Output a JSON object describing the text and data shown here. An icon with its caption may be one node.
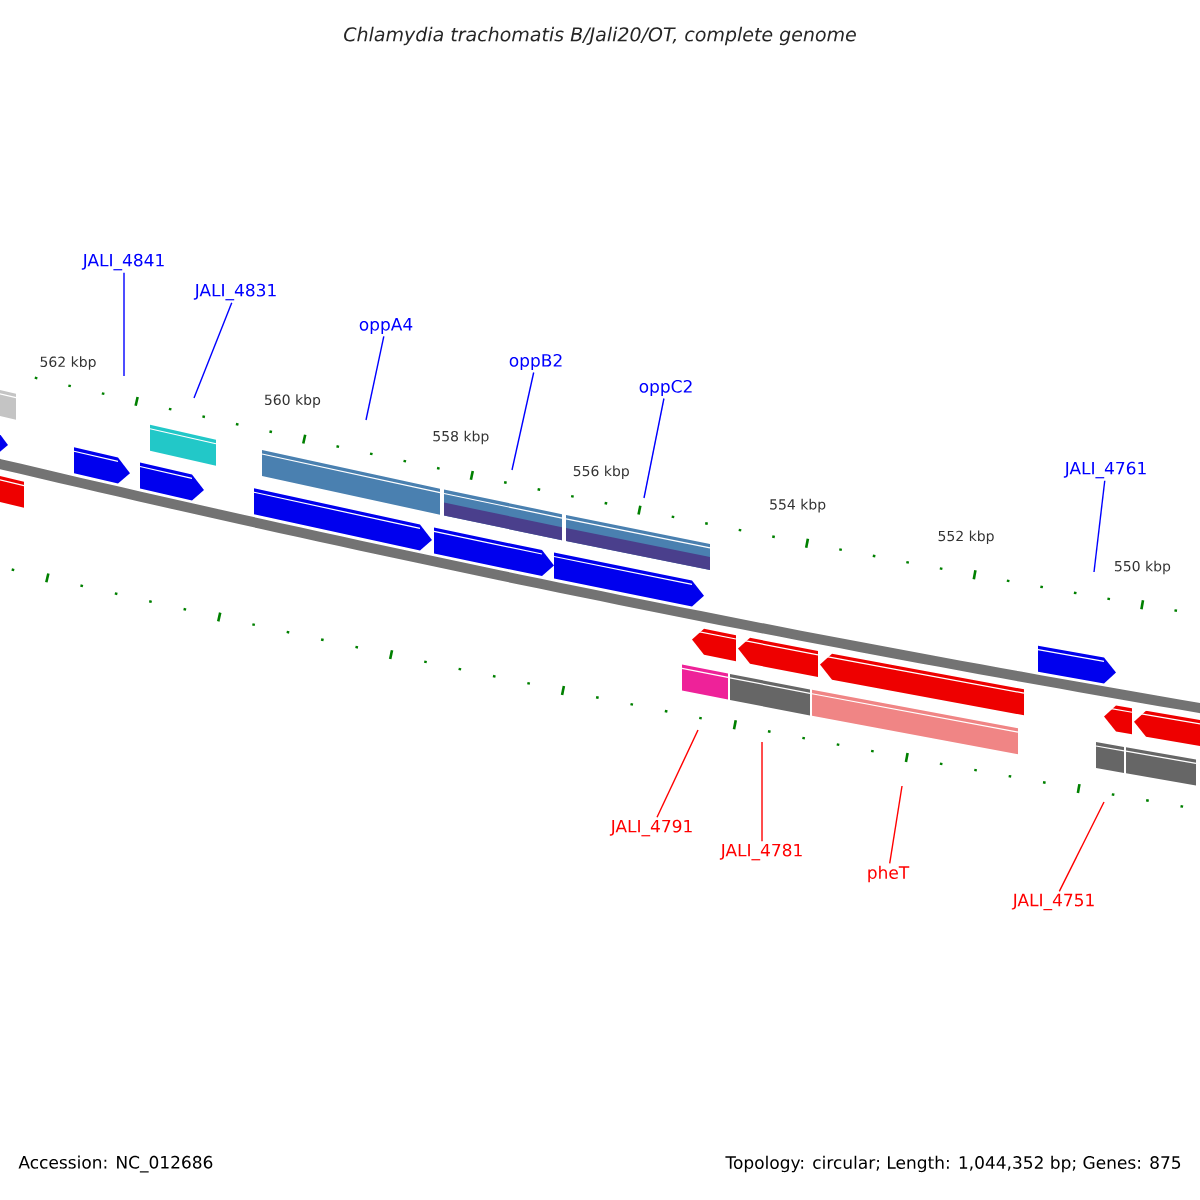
{
  "diagram": {
    "title": "Chlamydia trachomatis B/Jali20/OT, complete genome",
    "nodes": [
      {
        "text": [
          "JALI_4841"
        ]
      },
      {
        "text": [
          "JALI_4831"
        ]
      },
      {
        "text": [
          "oppA4"
        ]
      },
      {
        "text": [
          "oppB2"
        ]
      },
      {
        "text": [
          "oppC2"
        ]
      },
      {
        "text": [
          "JALI_4761"
        ]
      },
      {
        "text": [
          "JALI_4791"
        ]
      },
      {
        "text": [
          "JALI_4781"
        ]
      },
      {
        "text": [
          "pheT"
        ]
      },
      {
        "text": [
          "JALI_4751"
        ]
      }
    ],
    "edges": [
      {
        "from": 0,
        "to": null,
        "arrow": "none"
      },
      {
        "from": 1,
        "to": null,
        "arrow": "none"
      },
      {
        "from": 2,
        "to": null,
        "arrow": "none"
      },
      {
        "from": 3,
        "to": null,
        "arrow": "none"
      },
      {
        "from": 4,
        "to": null,
        "arrow": "none"
      },
      {
        "from": 5,
        "to": null,
        "arrow": "none"
      },
      {
        "from": 6,
        "to": null,
        "arrow": "none",
        "color": "#ff0000"
      },
      {
        "from": 7,
        "to": null,
        "arrow": "none",
        "color": "#ff0000"
      },
      {
        "from": 8,
        "to": null,
        "arrow": "none",
        "color": "#ff0000"
      },
      {
        "from": 9,
        "to": null,
        "arrow": "none",
        "color": "#ff0000"
      }
    ],
    "labels": [
      "562 kbp",
      "560 kbp",
      "558 kbp",
      "556 kbp",
      "554 kbp",
      "552 kbp",
      "550 kbp",
      "Accession: NC_012686",
      "Topology: circular; Length: 1,044,352 bp; Genes: 875"
    ]
  }
}
